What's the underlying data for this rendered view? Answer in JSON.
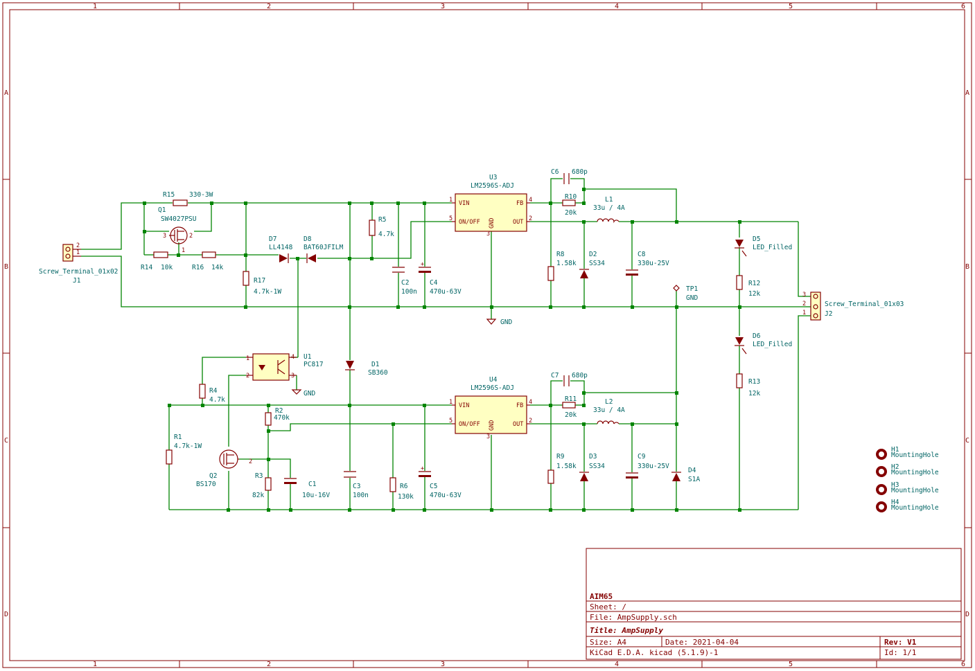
{
  "sheet": {
    "col_labels": [
      "1",
      "2",
      "3",
      "4",
      "5",
      "6"
    ],
    "row_labels": [
      "A",
      "B",
      "C",
      "D"
    ]
  },
  "title_block": {
    "company": "AIM65",
    "sheet": "Sheet: /",
    "file": "File: AmpSupply.sch",
    "title": "Title: AmpSupply",
    "size": "Size: A4",
    "date": "Date: 2021-04-04",
    "rev": "Rev: V1",
    "tool": "KiCad E.D.A.  kicad (5.1.9)-1",
    "id": "Id: 1/1"
  },
  "components": {
    "J1": {
      "ref": "J1",
      "value": "Screw_Terminal_01x02",
      "pins": [
        "2",
        "1"
      ]
    },
    "J2": {
      "ref": "J2",
      "value": "Screw_Terminal_01x03",
      "pins": [
        "3",
        "2",
        "1"
      ]
    },
    "R15": {
      "ref": "R15",
      "value": "330-3W"
    },
    "Q1": {
      "ref": "Q1",
      "value": "SW4027PSU",
      "pins": [
        "3",
        "2",
        "1"
      ]
    },
    "R14": {
      "ref": "R14",
      "value": "10k"
    },
    "R16": {
      "ref": "R16",
      "value": "14k"
    },
    "R17": {
      "ref": "R17",
      "value": "4.7k-1W"
    },
    "D7": {
      "ref": "D7",
      "value": "LL4148"
    },
    "D8": {
      "ref": "D8",
      "value": "BAT60JFILM"
    },
    "R5": {
      "ref": "R5",
      "value": "4.7k"
    },
    "C2": {
      "ref": "C2",
      "value": "100n"
    },
    "C4": {
      "ref": "C4",
      "value": "470u-63V"
    },
    "U3": {
      "ref": "U3",
      "value": "LM2596S-ADJ",
      "pin_vin": "VIN",
      "pin_fb": "FB",
      "pin_onoff": "ON/OFF",
      "pin_out": "OUT",
      "pin_gnd": "GND",
      "pins": [
        "1",
        "4",
        "5",
        "2",
        "3"
      ]
    },
    "C6": {
      "ref": "C6",
      "value": "680p"
    },
    "R10": {
      "ref": "R10",
      "value": "20k"
    },
    "L1": {
      "ref": "L1",
      "value": "33u / 4A"
    },
    "R8": {
      "ref": "R8",
      "value": "1.58k"
    },
    "D2": {
      "ref": "D2",
      "value": "SS34"
    },
    "C8": {
      "ref": "C8",
      "value": "330u-25V"
    },
    "TP1": {
      "ref": "TP1",
      "value": "GND"
    },
    "D5": {
      "ref": "D5",
      "value": "LED_Filled"
    },
    "R12": {
      "ref": "R12",
      "value": "12k"
    },
    "D6": {
      "ref": "D6",
      "value": "LED_Filled"
    },
    "R13": {
      "ref": "R13",
      "value": "12k"
    },
    "U1": {
      "ref": "U1",
      "value": "PC817",
      "gnd": "GND",
      "pins": [
        "1",
        "2",
        "4",
        "3"
      ]
    },
    "D1": {
      "ref": "D1",
      "value": "SB360"
    },
    "R4": {
      "ref": "R4",
      "value": "4.7k"
    },
    "R1": {
      "ref": "R1",
      "value": "4.7k-1W"
    },
    "R2": {
      "ref": "R2",
      "value": "470k"
    },
    "Q2": {
      "ref": "Q2",
      "value": "BS170",
      "pins": [
        "2"
      ]
    },
    "R3": {
      "ref": "R3",
      "value": "82k"
    },
    "C1": {
      "ref": "C1",
      "value": "10u-16V"
    },
    "C3": {
      "ref": "C3",
      "value": "100n"
    },
    "R6": {
      "ref": "R6",
      "value": "130k"
    },
    "C5": {
      "ref": "C5",
      "value": "470u-63V"
    },
    "U4": {
      "ref": "U4",
      "value": "LM2596S-ADJ",
      "pin_vin": "VIN",
      "pin_fb": "FB",
      "pin_onoff": "ON/OFF",
      "pin_out": "OUT",
      "pin_gnd": "GND",
      "pins": [
        "1",
        "4",
        "5",
        "2",
        "3"
      ]
    },
    "C7": {
      "ref": "C7",
      "value": "680p"
    },
    "R11": {
      "ref": "R11",
      "value": "20k"
    },
    "L2": {
      "ref": "L2",
      "value": "33u / 4A"
    },
    "R9": {
      "ref": "R9",
      "value": "1.58k"
    },
    "D3": {
      "ref": "D3",
      "value": "SS34"
    },
    "C9": {
      "ref": "C9",
      "value": "330u-25V"
    },
    "D4": {
      "ref": "D4",
      "value": "S1A"
    },
    "H1": {
      "ref": "H1",
      "value": "MountingHole"
    },
    "H2": {
      "ref": "H2",
      "value": "MountingHole"
    },
    "H3": {
      "ref": "H3",
      "value": "MountingHole"
    },
    "H4": {
      "ref": "H4",
      "value": "MountingHole"
    }
  },
  "net_labels": {
    "gnd": "GND"
  }
}
